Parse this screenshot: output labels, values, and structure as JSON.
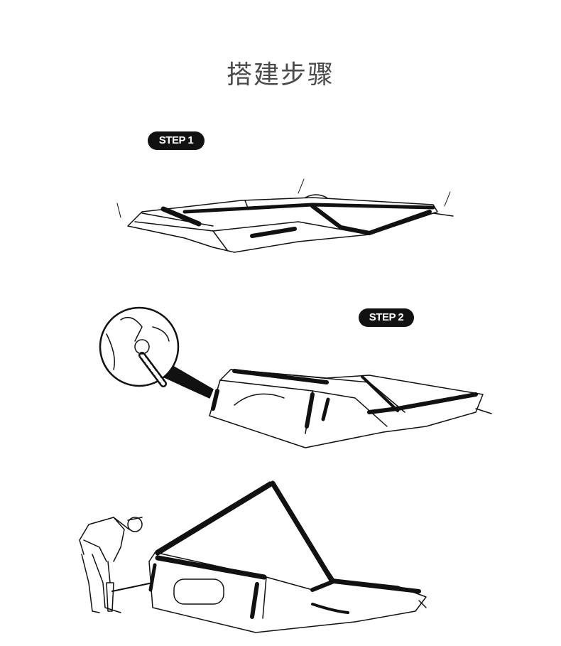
{
  "title": "搭建步骤",
  "steps": [
    {
      "label": "STEP 1"
    },
    {
      "label": "STEP 2"
    }
  ],
  "colors": {
    "line": "#111111",
    "title": "#4a4a4a",
    "fill": "#ffffff"
  }
}
